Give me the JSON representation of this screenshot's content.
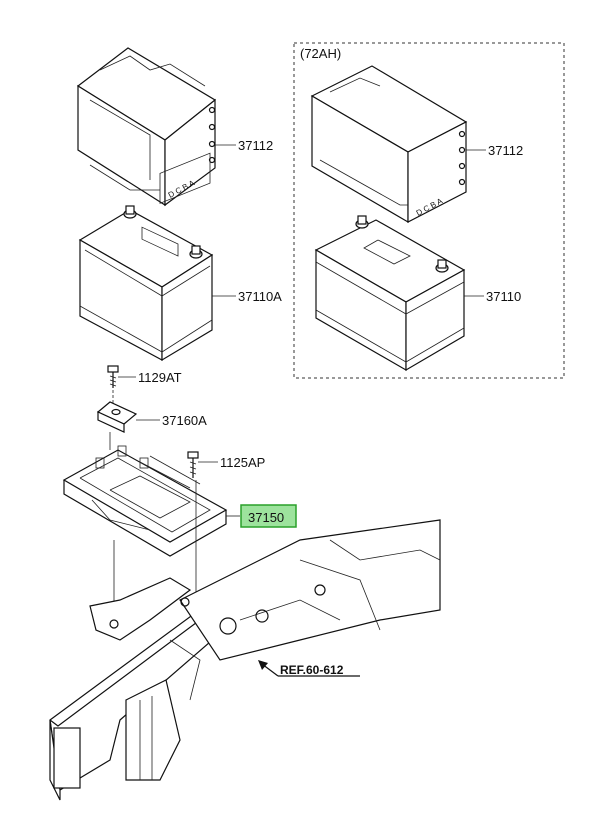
{
  "callouts": {
    "box_group_label": "(72AH)",
    "tray_left": "37112",
    "tray_right": "37112",
    "battery_left": "37110A",
    "battery_right": "37110",
    "bolt_top": "1129AT",
    "clamp": "37160A",
    "bolt_tray": "1125AP",
    "tray_highlight": "37150",
    "reference": "REF.60-612",
    "battery_markings": "D C B A"
  },
  "colors": {
    "highlight_fill": "#9de39d",
    "highlight_border": "#2aa02a",
    "line": "#111111"
  }
}
